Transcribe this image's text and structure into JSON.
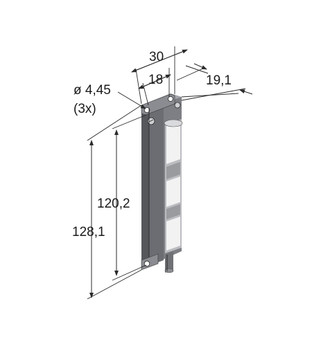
{
  "drawing": {
    "dimensions": {
      "width_total": "30",
      "width_inner": "18",
      "depth": "19,1",
      "hole_diameter": "ø 4,45",
      "hole_count": "(3x)",
      "height_inner": "120,2",
      "height_total": "128,1"
    },
    "colors": {
      "housing": "#7d7f84",
      "housing_dark": "#55575b",
      "housing_light": "#a3a5aa",
      "led_white": "#f2f2f2",
      "led_grey": "#9a9b9f",
      "line": "#2a2a2a"
    }
  }
}
